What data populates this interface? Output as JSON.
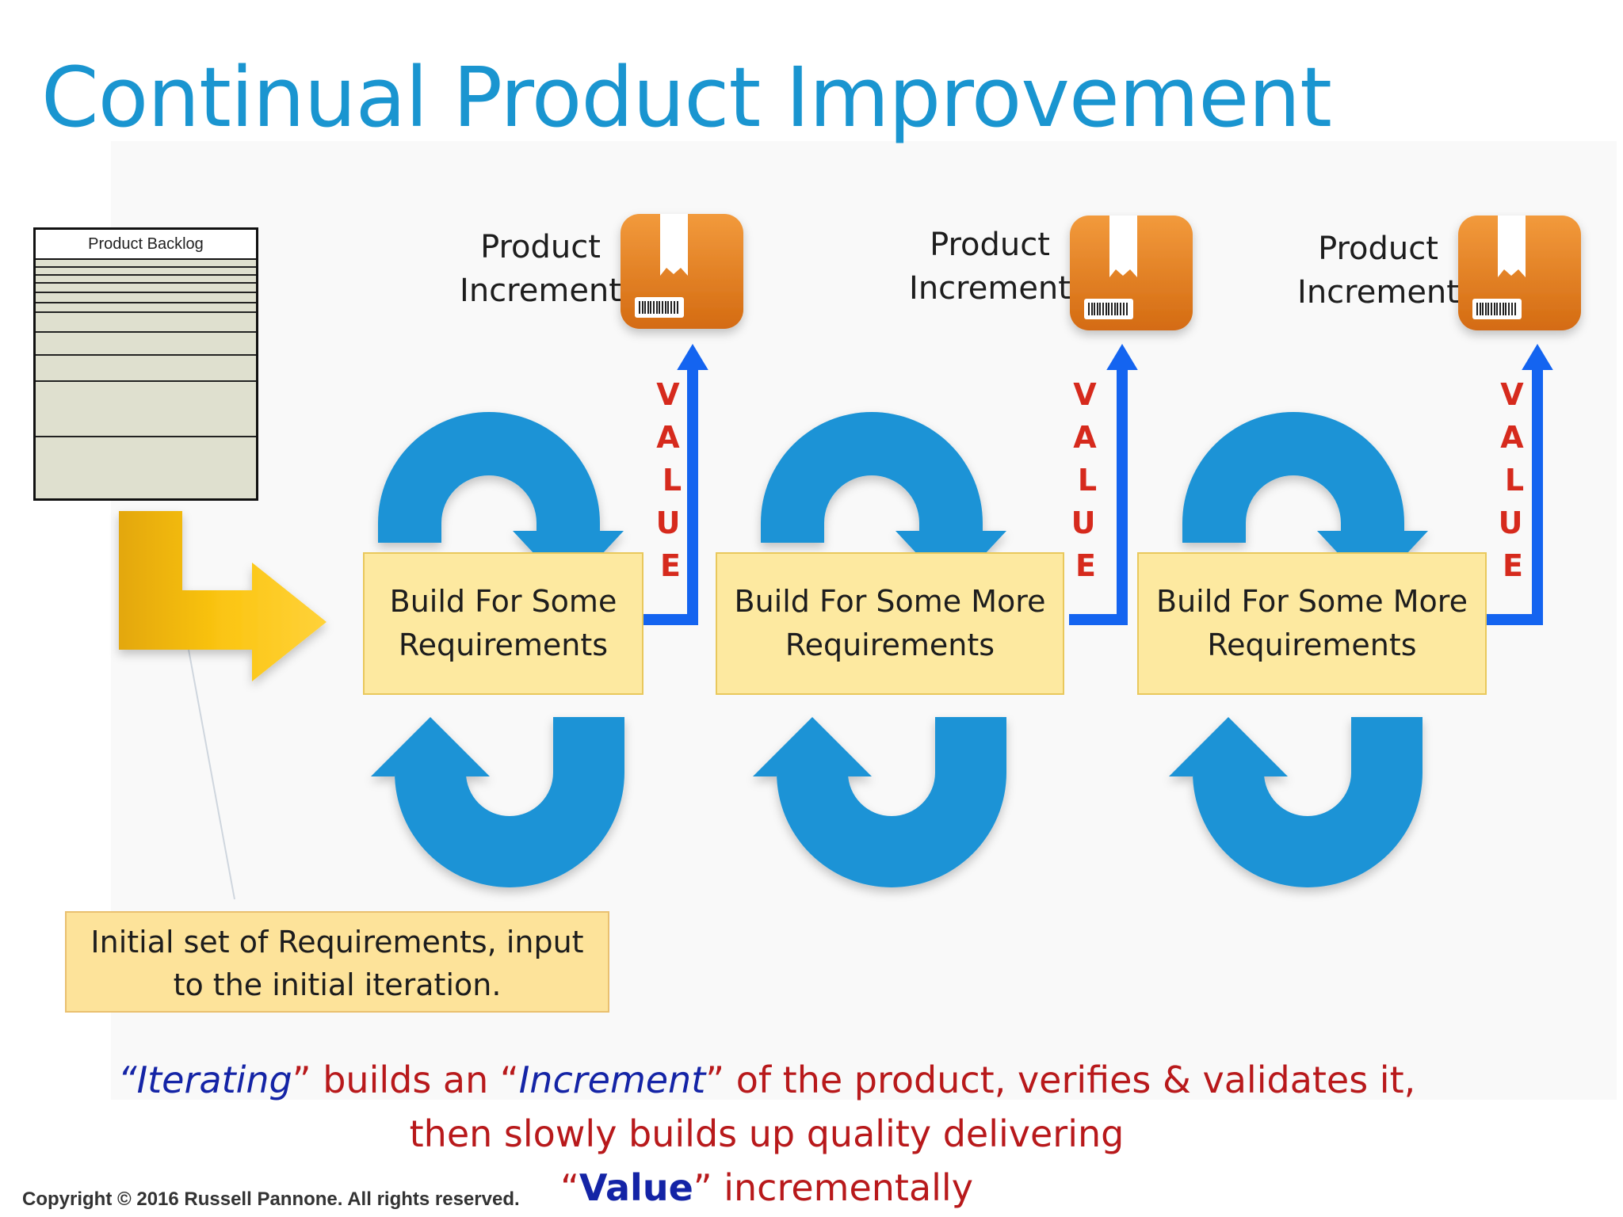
{
  "title": "Continual Product Improvement",
  "backlog": {
    "label": "Product Backlog"
  },
  "increments": [
    {
      "line1": "Product",
      "line2": "Increment"
    },
    {
      "line1": "Product",
      "line2": "Increment"
    },
    {
      "line1": "Product",
      "line2": "Increment"
    }
  ],
  "builds": [
    {
      "line1": "Build For Some",
      "line2": "Requirements"
    },
    {
      "line1": "Build For Some More",
      "line2": "Requirements"
    },
    {
      "line1": "Build For Some More",
      "line2": "Requirements"
    }
  ],
  "value_letters": [
    "V",
    "A",
    "L",
    "U",
    "E"
  ],
  "note": {
    "line1": "Initial set of Requirements, input",
    "line2": "to the initial iteration."
  },
  "caption": {
    "l1_q1": "“",
    "l1_kw1": "Iterating",
    "l1_t1": "” builds an “",
    "l1_kw2": "Increment",
    "l1_t2": "” of the product, verifies & validates it,",
    "l2": "then slowly builds up quality delivering",
    "l3_q1": "“",
    "l3_kw": "Value",
    "l3_t": "” incrementally"
  },
  "copyright": "Copyright © 2016 Russell Pannone. All rights reserved.",
  "colors": {
    "title": "#1a95d0",
    "loop_arrow": "#1b93d6",
    "value_arrow": "#1464f0",
    "value_text": "#d62a1d",
    "build_box": "#fde9a0",
    "package": "#e27d1f",
    "input_arrow": "#f3bb0a",
    "caption_red": "#b8191b",
    "caption_blue": "#1424a6"
  }
}
